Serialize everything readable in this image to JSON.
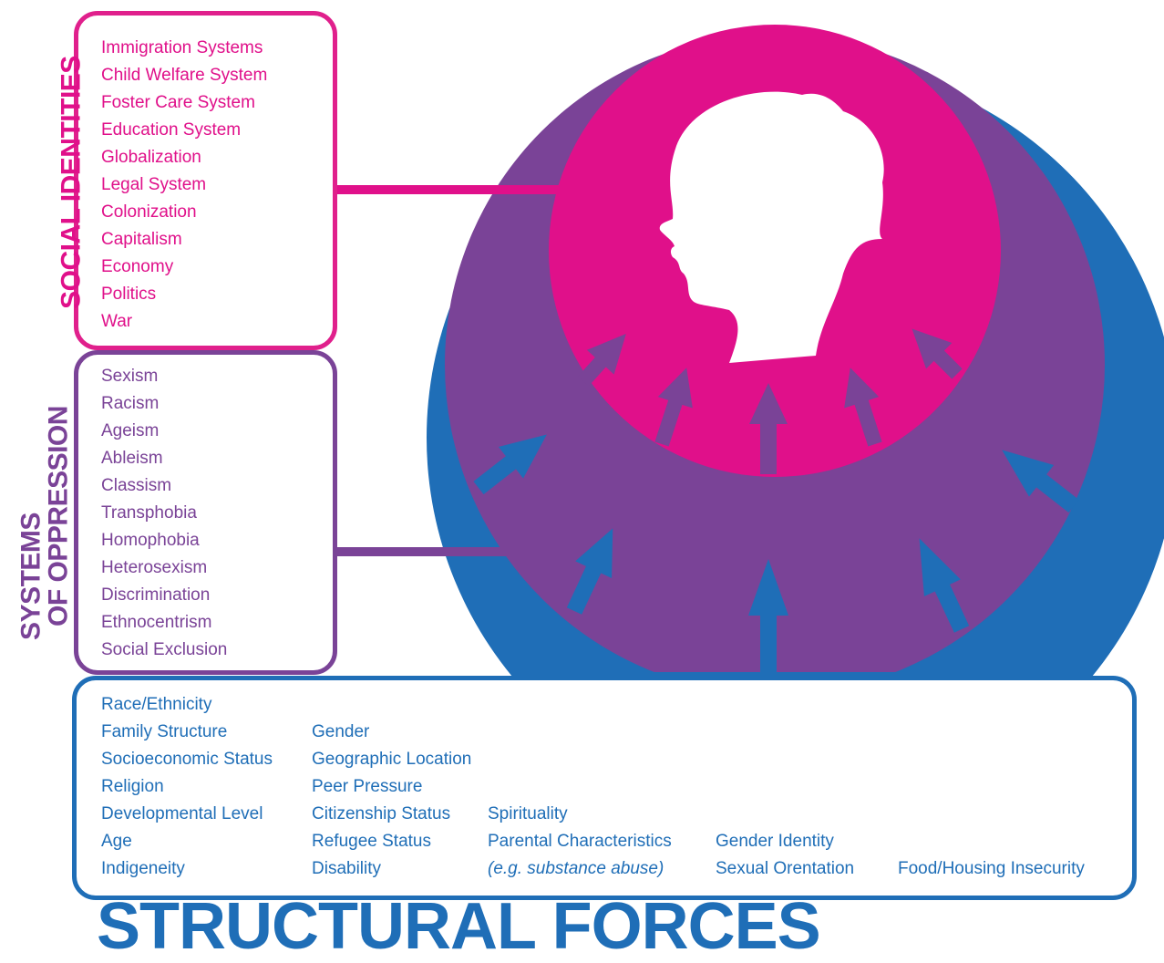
{
  "colors": {
    "social": "#e0108a",
    "systems": "#7a4397",
    "structural": "#1f6eb7",
    "background": "#ffffff"
  },
  "labels": {
    "social_identities": "SOCIAL IDENTITIES",
    "systems_line1": "SYSTEMS",
    "systems_line2": "OF OPPRESSION",
    "structural_forces": "STRUCTURAL FORCES"
  },
  "social_identities_items": [
    "Immigration Systems",
    "Child Welfare System",
    "Foster Care System",
    "Education System",
    "Globalization",
    "Legal System",
    "Colonization",
    "Capitalism",
    "Economy",
    "Politics",
    "War"
  ],
  "systems_of_oppression_items": [
    "Sexism",
    "Racism",
    "Ageism",
    "Ableism",
    "Classism",
    "Transphobia",
    "Homophobia",
    "Heterosexism",
    "Discrimination",
    "Ethnocentrism",
    "Social Exclusion"
  ],
  "structural_forces_columns": {
    "col1": [
      "Race/Ethnicity",
      "Family Structure",
      "Socioeconomic Status",
      "Religion",
      "Developmental Level",
      "Age",
      "Indigeneity"
    ],
    "col2": [
      "Gender",
      "Geographic Location",
      "Peer Pressure",
      "Citizenship Status",
      "Refugee Status",
      "Disability"
    ],
    "col3": [
      "Spirituality",
      "Parental Characteristics",
      "(e.g. substance abuse)"
    ],
    "col4": [
      "Gender Identity",
      "Sexual Orentation"
    ],
    "col5": [
      "Food/Housing Insecurity"
    ]
  },
  "icons": {
    "center": "child-head-silhouette-icon",
    "arrows": "arrow-icon"
  }
}
